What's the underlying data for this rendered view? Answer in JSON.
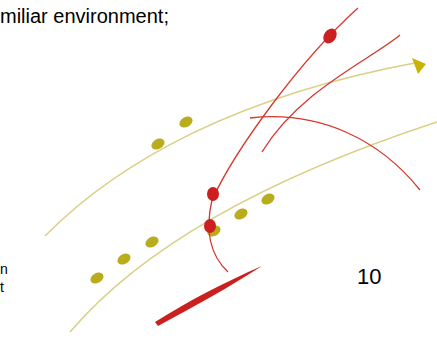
{
  "diagram": {
    "labels": [
      "miliar environment;",
      "n",
      "t",
      "10"
    ]
  }
}
